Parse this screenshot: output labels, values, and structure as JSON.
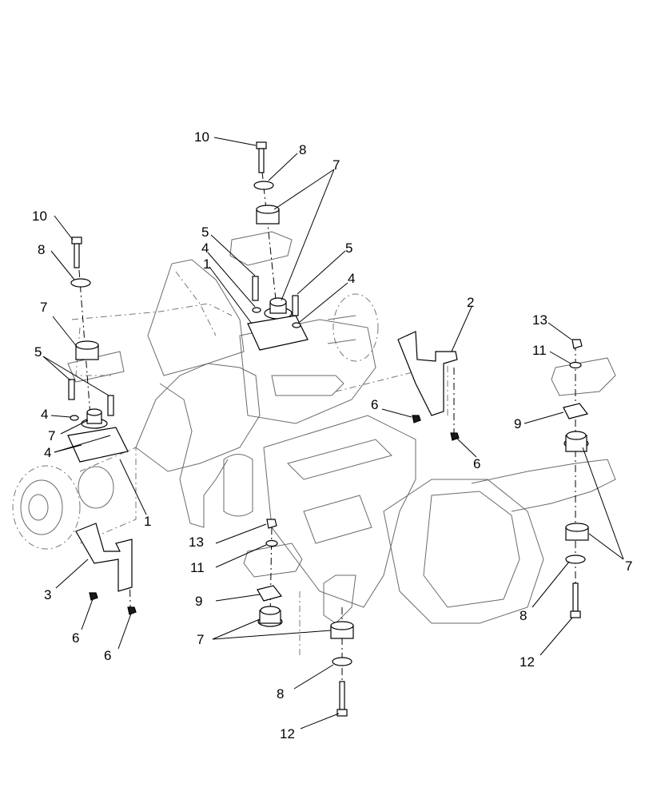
{
  "callouts": [
    {
      "id": "c10a",
      "text": "10"
    },
    {
      "id": "c8a",
      "text": "8"
    },
    {
      "id": "c7a",
      "text": "7"
    },
    {
      "id": "c10b",
      "text": "10"
    },
    {
      "id": "c8b",
      "text": "8"
    },
    {
      "id": "c5a",
      "text": "5"
    },
    {
      "id": "c4a",
      "text": "4"
    },
    {
      "id": "c1a",
      "text": "1"
    },
    {
      "id": "c5b",
      "text": "5"
    },
    {
      "id": "c4b",
      "text": "4"
    },
    {
      "id": "c2",
      "text": "2"
    },
    {
      "id": "c13a",
      "text": "13"
    },
    {
      "id": "c11a",
      "text": "11"
    },
    {
      "id": "c7b",
      "text": "7"
    },
    {
      "id": "c5c",
      "text": "5"
    },
    {
      "id": "c6a",
      "text": "6"
    },
    {
      "id": "c4c",
      "text": "4"
    },
    {
      "id": "c9a",
      "text": "9"
    },
    {
      "id": "c7c",
      "text": "7"
    },
    {
      "id": "c4d",
      "text": "4"
    },
    {
      "id": "c6b",
      "text": "6"
    },
    {
      "id": "c1b",
      "text": "1"
    },
    {
      "id": "c7d",
      "text": "7"
    },
    {
      "id": "c13b",
      "text": "13"
    },
    {
      "id": "c11b",
      "text": "11"
    },
    {
      "id": "c3",
      "text": "3"
    },
    {
      "id": "c9b",
      "text": "9"
    },
    {
      "id": "c6c",
      "text": "6"
    },
    {
      "id": "c6d",
      "text": "6"
    },
    {
      "id": "c7e",
      "text": "7"
    },
    {
      "id": "c8c",
      "text": "8"
    },
    {
      "id": "c12a",
      "text": "12"
    },
    {
      "id": "c8d",
      "text": "8"
    },
    {
      "id": "c12b",
      "text": "12"
    }
  ]
}
